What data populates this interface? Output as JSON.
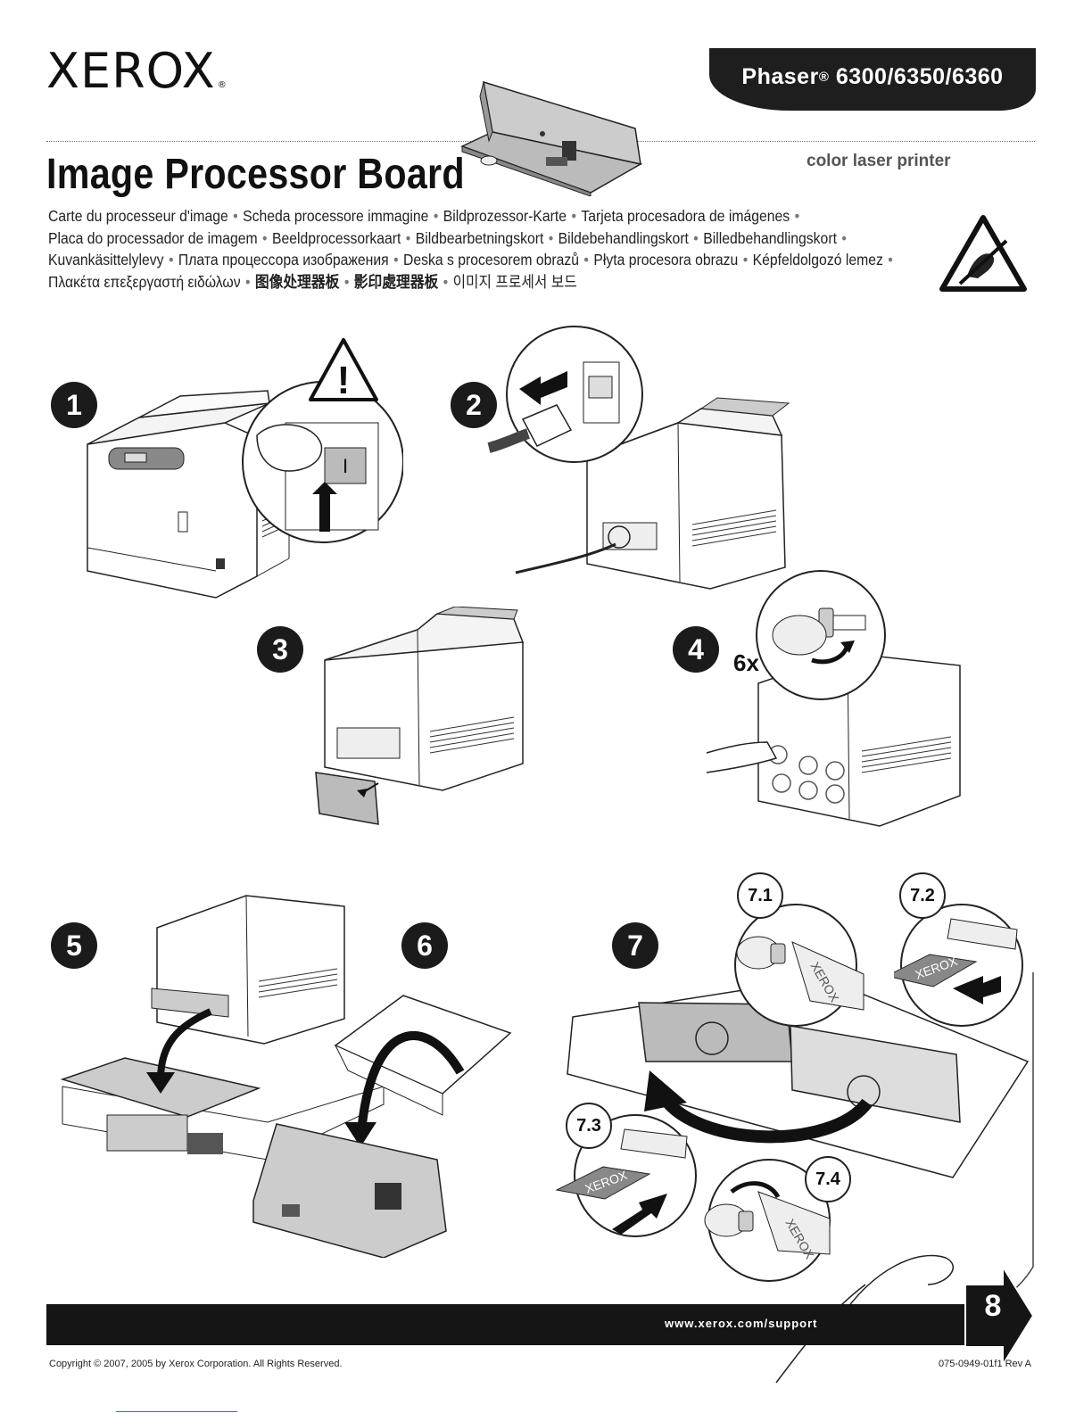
{
  "header": {
    "brand": "XEROX",
    "product_prefix": "Phaser",
    "registered_mark": "®",
    "product_models": "6300/6350/6360",
    "printer_type": "color laser printer"
  },
  "title": "Image Processor Board",
  "translations": [
    "Carte du processeur d'image",
    "Scheda processore immagine",
    "Bildprozessor-Karte",
    "Tarjeta procesadora de imágenes",
    "Placa do processador de imagem",
    "Beeldprocessorkaart",
    "Bildbearbetningskort",
    "Bildebehandlingskort",
    "Billedbehandlingskort",
    "Kuvankäsittelylevy",
    "Плата процессора изображения",
    "Deska s procesorem obrazů",
    "Płyta procesora obrazu",
    "Képfeldolgozó lemez",
    "Πλακέτα επεξεργαστή ειδώλων",
    "图像处理器板",
    "影印處理器板",
    "이미지 프로세서 보드"
  ],
  "separator": "•",
  "steps": {
    "s1": "1",
    "s2": "2",
    "s3": "3",
    "s4": "4",
    "s5": "5",
    "s6": "6",
    "s7": "7",
    "sub71": "7.1",
    "sub72": "7.2",
    "sub73": "7.3",
    "sub74": "7.4",
    "step4_count": "6x"
  },
  "illustration_text": {
    "warning": "!",
    "switch": "I",
    "board_brand": "XEROX"
  },
  "footer": {
    "url": "www.xerox.com/support",
    "page": "8",
    "copyright": "Copyright © 2007, 2005 by Xerox Corporation.  All Rights Reserved.",
    "doc_number": "075-0949-01f1 Rev A"
  }
}
